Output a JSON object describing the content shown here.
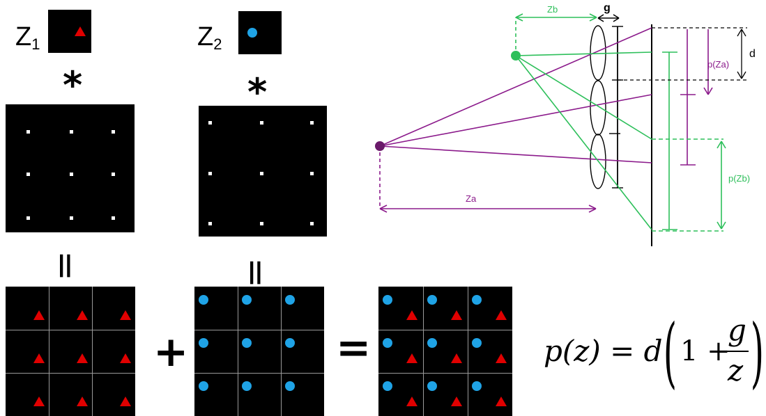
{
  "labels": {
    "z1_main": "Z",
    "z1_sub": "1",
    "z2_main": "Z",
    "z2_sub": "2"
  },
  "operators": {
    "conv1": "*",
    "conv2": "*",
    "eq1": "=",
    "eq2": "=",
    "plus": "+",
    "equals": "="
  },
  "colors": {
    "red_triangle": "#e00000",
    "blue_dot": "#1fa3e6",
    "purple": "#8b1a8b",
    "green": "#2dbf5a"
  },
  "diagram": {
    "zb": "Zb",
    "g": "g",
    "d": "d",
    "p_za": "p(Za)",
    "p_zb": "p(Zb)",
    "za": "Za"
  },
  "formula": {
    "lhs": "p(z) = d",
    "one_plus": "1 +",
    "numerator": "g",
    "denominator": "z"
  }
}
